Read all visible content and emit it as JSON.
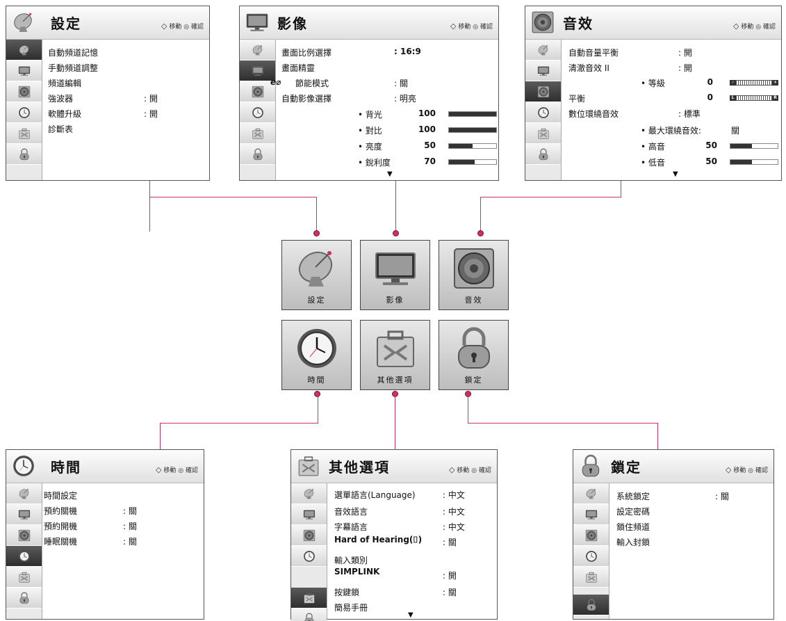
{
  "nav": {
    "move_arrow": "◇",
    "move": "移動",
    "ok_icon": "◎",
    "ok": "確認"
  },
  "panels": {
    "setup": {
      "title": "設定",
      "items": [
        "自動頻道記憶",
        "手動頻道調整",
        "頻道編輯",
        "強波器",
        "軟體升級",
        "診斷表"
      ],
      "values": {
        "booster": ": 開",
        "software": ": 開"
      }
    },
    "picture": {
      "title": "影像",
      "items": [
        "畫面比例選擇",
        "畫面精靈",
        "節能模式",
        "自動影像選擇"
      ],
      "eco_logo": "e⌀",
      "values": {
        "aspect": ": 16:9",
        "energy": ": 關",
        "preset": ": 明亮"
      },
      "sliders": [
        {
          "label": "• 背光",
          "value": 100,
          "level": 1.0
        },
        {
          "label": "• 對比",
          "value": 100,
          "level": 1.0
        },
        {
          "label": "• 亮度",
          "value": 50,
          "level": 0.5
        },
        {
          "label": "• 銳利度",
          "value": 70,
          "level": 0.55
        }
      ]
    },
    "audio": {
      "title": "音效",
      "items": [
        "自動音量平衡",
        "清澈音效 II",
        "• 等級",
        "平衡",
        "數位環繞音效",
        "• 最大環繞音效:",
        "• 高音",
        "• 低音"
      ],
      "values": {
        "avl": ": 開",
        "clear": ": 開",
        "level": "0",
        "balance": "0",
        "surround": ": 標準",
        "max_surround": "關",
        "treble": "50",
        "bass": "50"
      },
      "scale_marks": {
        "minus": "-",
        "plus": "+",
        "left": "L",
        "right": "R"
      }
    },
    "time": {
      "title": "時間",
      "items": [
        "時間設定",
        "預約關機",
        "預約開機",
        "睡眠關機"
      ],
      "values": {
        "off": ": 關",
        "on": ": 關",
        "sleep": ": 關"
      }
    },
    "option": {
      "title": "其他選項",
      "items": [
        "選單語言(Language)",
        "音效語言",
        "字幕語言",
        "Hard of Hearing(⌷)",
        "輸入類別",
        "SIMPLINK",
        "按鍵鎖",
        "簡易手冊"
      ],
      "values": {
        "menu_lang": ": 中文",
        "audio_lang": ": 中文",
        "sub_lang": ": 中文",
        "hoh": ": 關",
        "simplink": ": 開",
        "keylock": ": 關"
      }
    },
    "lock": {
      "title": "鎖定",
      "items": [
        "系統鎖定",
        "設定密碼",
        "鎖住頻道",
        "輸入封鎖"
      ],
      "values": {
        "system": ": 關"
      }
    }
  },
  "center_buttons": [
    "設定",
    "影像",
    "音效",
    "時間",
    "其他選項",
    "鎖定"
  ],
  "colors": {
    "connector": "#c8356a",
    "dot": "#d02e66"
  }
}
